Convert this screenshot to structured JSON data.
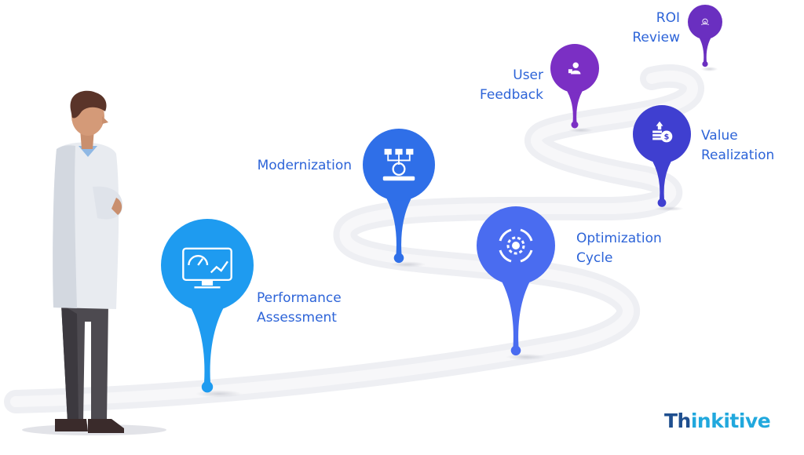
{
  "steps": [
    {
      "line1": "Performance",
      "line2": "Assessment",
      "icon": "performance-dashboard-icon",
      "color": "#1e9bf0"
    },
    {
      "line1": "Modernization",
      "line2": "",
      "icon": "modernization-network-icon",
      "color": "#2f6fe8"
    },
    {
      "line1": "Optimization",
      "line2": "Cycle",
      "icon": "optimization-cycle-icon",
      "color": "#4a6cf0"
    },
    {
      "line1": "User",
      "line2": "Feedback",
      "icon": "user-feedback-icon",
      "color": "#7b2fc4"
    },
    {
      "line1": "Value",
      "line2": "Realization",
      "icon": "value-realization-icon",
      "color": "#3f3fd0"
    },
    {
      "line1": "ROI",
      "line2": "Review",
      "icon": "roi-review-icon",
      "color": "#6a2fc0"
    }
  ],
  "brand": {
    "part1": "Th",
    "part2": "inkitive",
    "color_dark": "#1f4f8f",
    "color_light": "#21a8dd"
  },
  "label_color": "#2d64d8",
  "path_color": "#eeeff3"
}
